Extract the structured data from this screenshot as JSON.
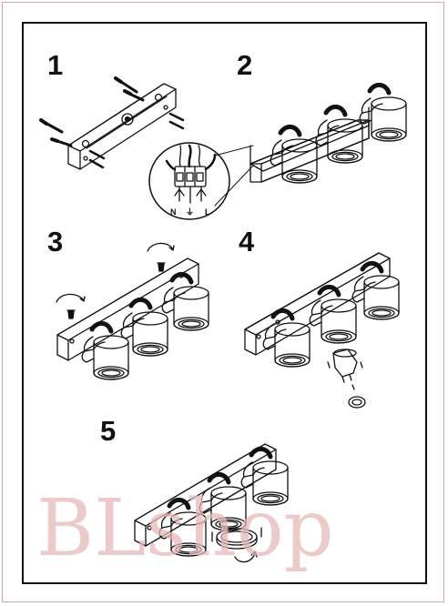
{
  "steps": [
    {
      "number": "1"
    },
    {
      "number": "2"
    },
    {
      "number": "3"
    },
    {
      "number": "4"
    },
    {
      "number": "5"
    }
  ],
  "wiring": {
    "neutral": "N",
    "earth_symbol": "⏚",
    "live": "L"
  },
  "watermark": {
    "text": "BLshop",
    "color": "#e7b8b8"
  },
  "colors": {
    "ink": "#111111",
    "frame": "#111111",
    "outer_frame": "#d9a6a6"
  }
}
